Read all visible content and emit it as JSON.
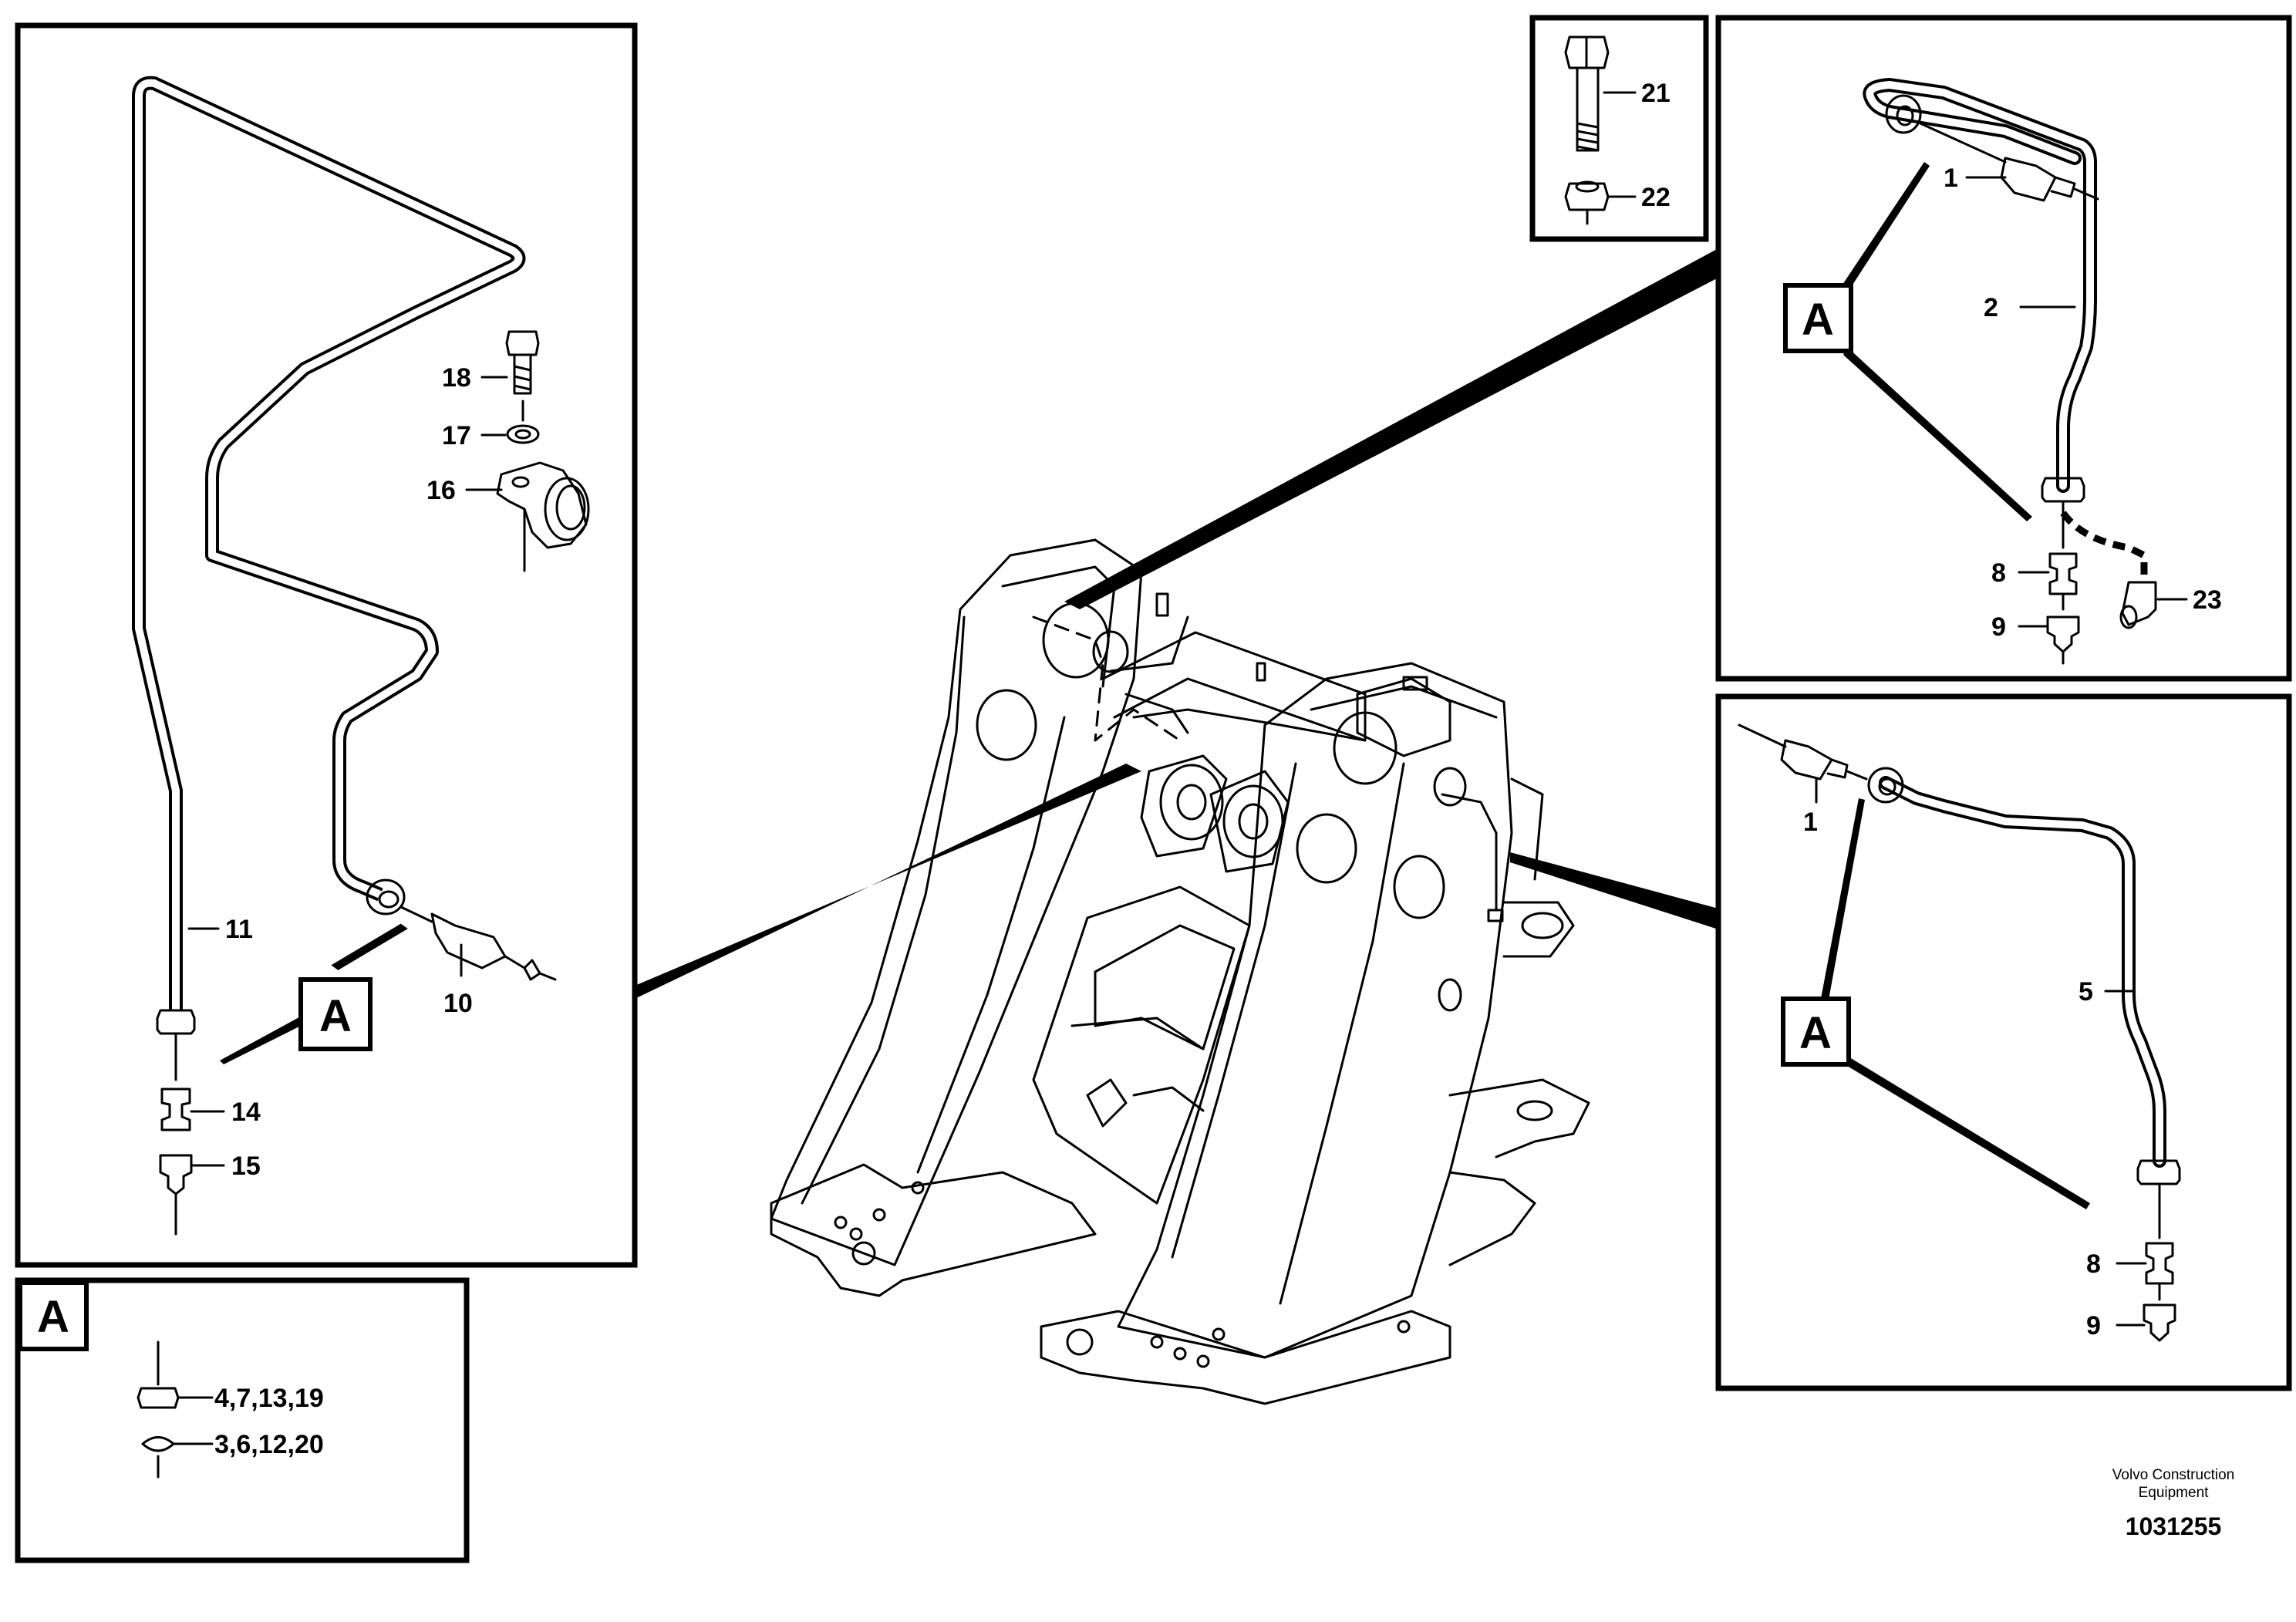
{
  "view_tag": "A",
  "panels": {
    "left": {
      "labels": {
        "p11": "11",
        "p10": "10",
        "p14": "14",
        "p15": "15",
        "p16": "16",
        "p17": "17",
        "p18": "18"
      }
    },
    "bolt_inset": {
      "labels": {
        "p21": "21",
        "p22": "22"
      }
    },
    "top_right": {
      "labels": {
        "p1": "1",
        "p2": "2",
        "p8": "8",
        "p9": "9",
        "p23": "23"
      }
    },
    "middle_right": {
      "labels": {
        "p1": "1",
        "p5": "5",
        "p8": "8",
        "p9": "9"
      }
    },
    "legend": {
      "nut_label": "4,7,13,19",
      "seal_label": "3,6,12,20"
    }
  },
  "footer": {
    "brand_line1": "Volvo Construction",
    "brand_line2": "Equipment",
    "drawing_number": "1031255"
  }
}
